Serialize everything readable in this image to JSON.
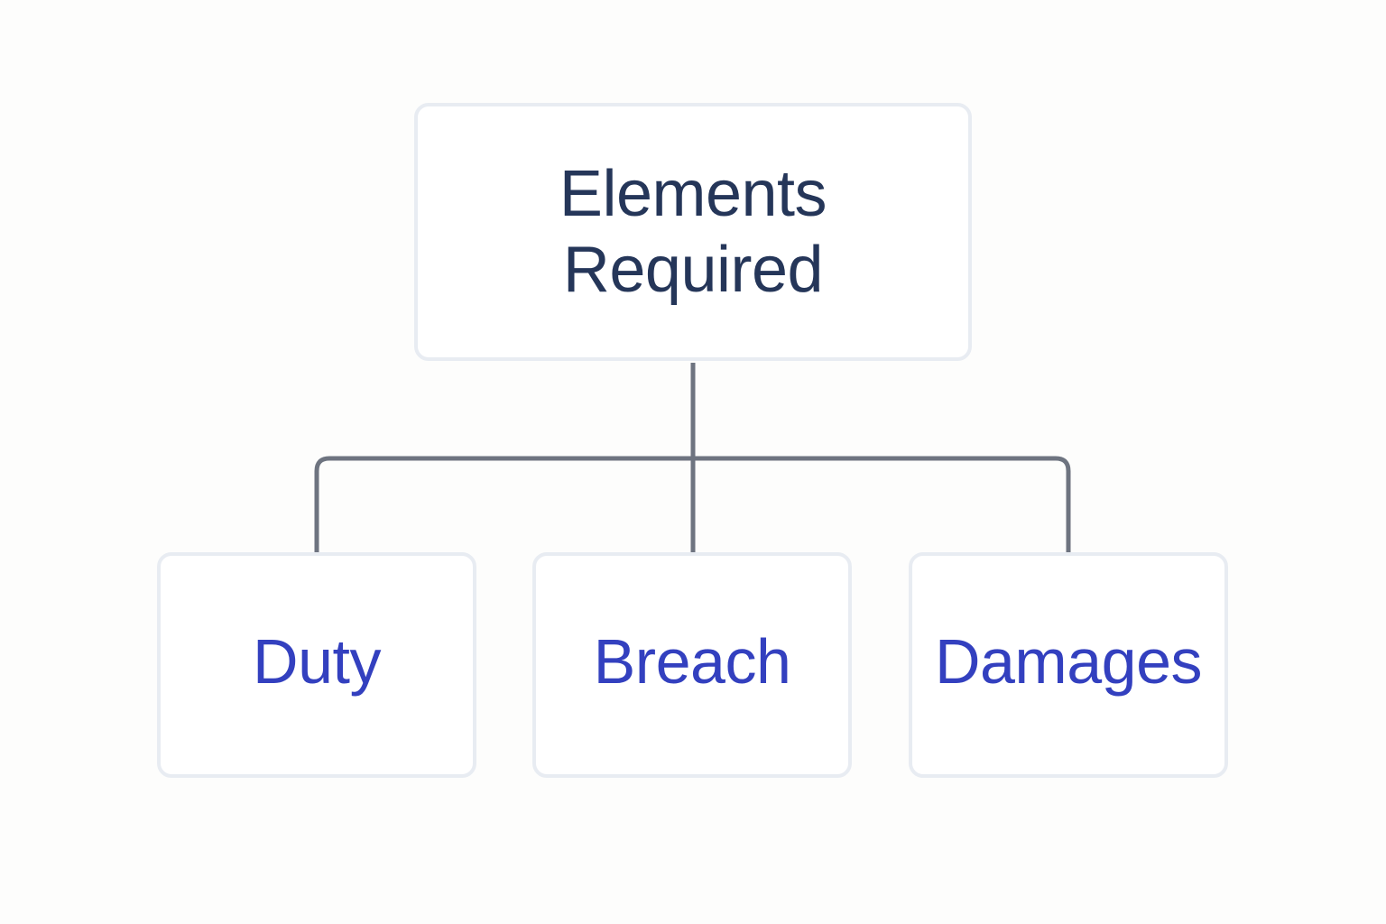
{
  "diagram": {
    "root": {
      "label_line1": "Elements",
      "label_line2": "Required"
    },
    "children": [
      {
        "label": "Duty"
      },
      {
        "label": "Breach"
      },
      {
        "label": "Damages"
      }
    ]
  },
  "colors": {
    "background": "#fdfdfc",
    "box_border": "#e8ecf2",
    "connector": "#6e7480",
    "root_text": "#253659",
    "child_text": "#3340bf"
  }
}
